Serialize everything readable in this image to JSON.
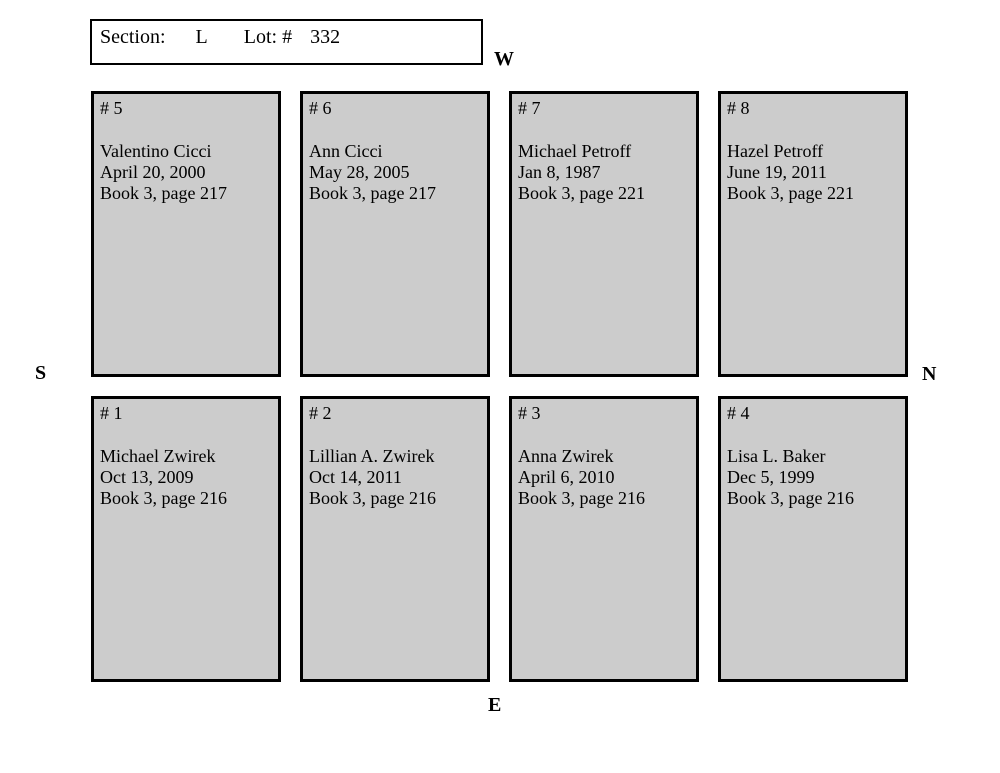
{
  "header": {
    "section_label": "Section:",
    "section_value": "L",
    "lot_label": "Lot: #",
    "lot_value": "332"
  },
  "compass": {
    "west": "W",
    "south": "S",
    "north": "N",
    "east": "E"
  },
  "colors": {
    "plot_fill": "#cccccc",
    "border": "#000000",
    "background": "#ffffff"
  },
  "plots": [
    {
      "number": "# 5",
      "name": "Valentino Cicci",
      "date": "April 20, 2000",
      "record": "Book 3, page 217"
    },
    {
      "number": "# 6",
      "name": "Ann Cicci",
      "date": "May 28, 2005",
      "record": "Book 3, page 217"
    },
    {
      "number": "# 7",
      "name": "Michael Petroff",
      "date": "Jan 8, 1987",
      "record": "Book 3, page 221"
    },
    {
      "number": "# 8",
      "name": "Hazel Petroff",
      "date": "June 19, 2011",
      "record": "Book 3, page 221"
    },
    {
      "number": "# 1",
      "name": "Michael Zwirek",
      "date": "Oct 13, 2009",
      "record": "Book 3, page 216"
    },
    {
      "number": "# 2",
      "name": "Lillian A. Zwirek",
      "date": "Oct 14, 2011",
      "record": "Book 3, page 216"
    },
    {
      "number": "# 3",
      "name": "Anna Zwirek",
      "date": "April 6, 2010",
      "record": "Book 3, page 216"
    },
    {
      "number": "# 4",
      "name": "Lisa L. Baker",
      "date": "Dec 5, 1999",
      "record": "Book 3, page 216"
    }
  ]
}
